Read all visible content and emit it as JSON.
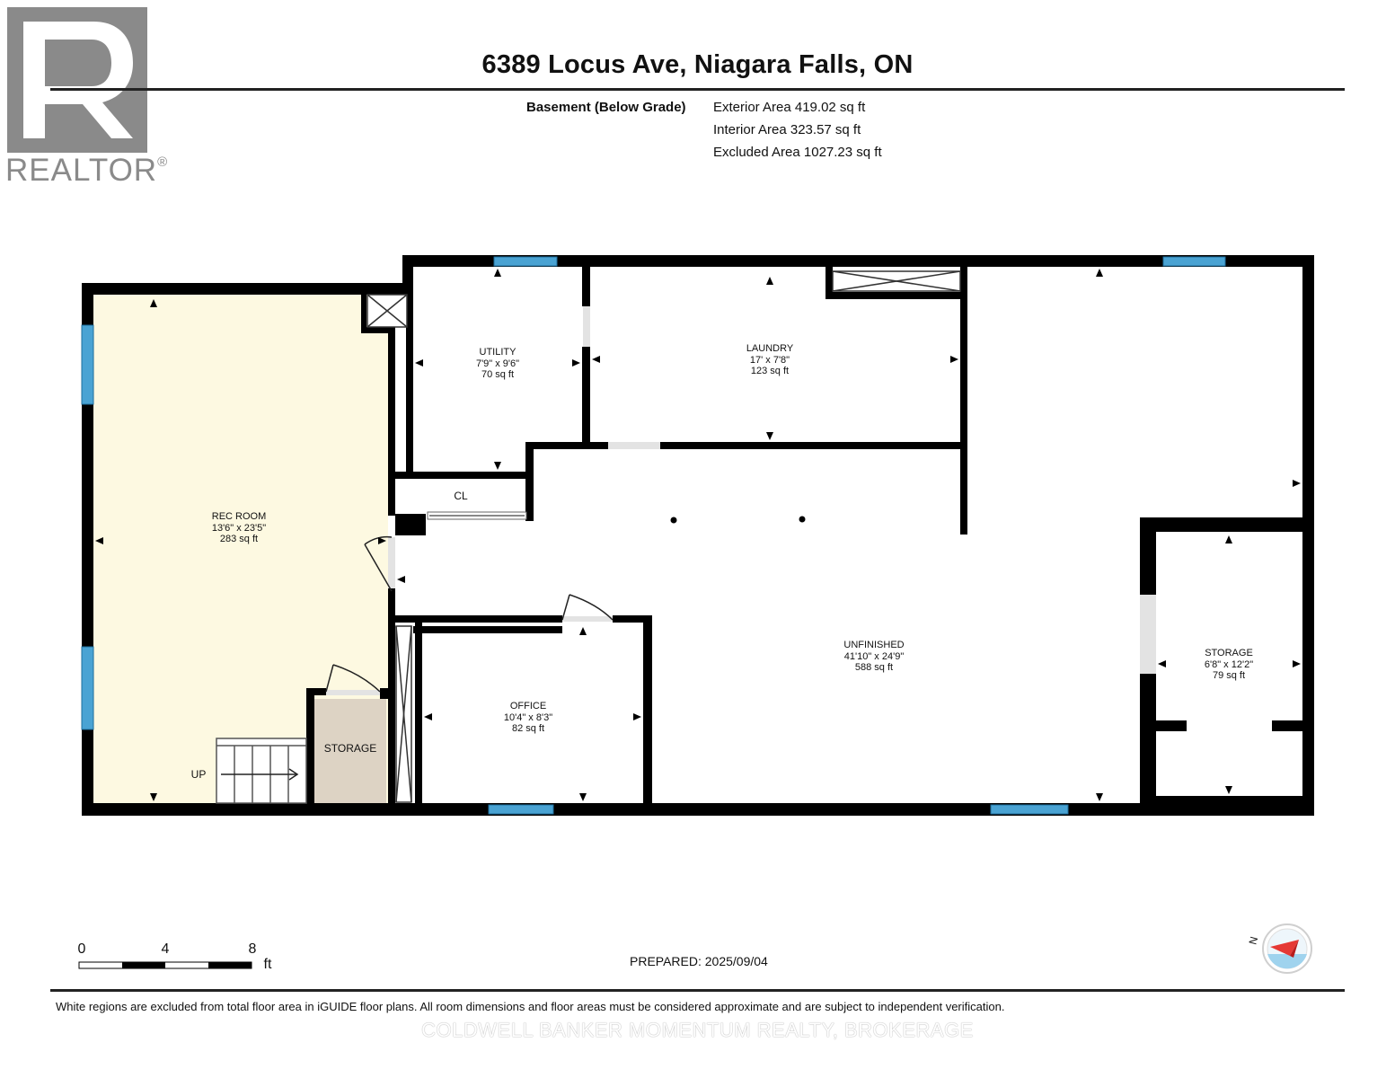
{
  "header": {
    "address": "6389 Locus Ave, Niagara Falls, ON",
    "level": "Basement (Below Grade)",
    "exterior_area": "Exterior Area 419.02 sq ft",
    "interior_area": "Interior Area 323.57 sq ft",
    "excluded_area": "Excluded Area 1027.23 sq ft"
  },
  "logo": {
    "word": "REALTOR",
    "mark": "®"
  },
  "rooms": {
    "rec_room": {
      "name": "REC ROOM",
      "dims": "13'6\" x 23'5\"",
      "area": "283 sq ft"
    },
    "utility": {
      "name": "UTILITY",
      "dims": "7'9\" x 9'6\"",
      "area": "70 sq ft"
    },
    "laundry": {
      "name": "LAUNDRY",
      "dims": "17' x 7'8\"",
      "area": "123 sq ft"
    },
    "office": {
      "name": "OFFICE",
      "dims": "10'4\" x 8'3\"",
      "area": "82 sq ft"
    },
    "unfinished": {
      "name": "UNFINISHED",
      "dims": "41'10\" x 24'9\"",
      "area": "588 sq ft"
    },
    "storage_right": {
      "name": "STORAGE",
      "dims": "6'8\" x 12'2\"",
      "area": "79 sq ft"
    },
    "storage_small": {
      "name": "STORAGE"
    },
    "closet": {
      "name": "CL"
    },
    "stairs": {
      "name": "UP"
    }
  },
  "colors": {
    "rec_room": "#fdf9e1",
    "storage_small": "#ddd3c4",
    "window": "#4aa3d3",
    "wall": "#000000"
  },
  "scale": {
    "labels": [
      "0",
      "4",
      "8"
    ],
    "unit": "ft"
  },
  "compass": {
    "label": "N",
    "icon": "compass-icon"
  },
  "footer": {
    "prepared": "PREPARED: 2025/09/04",
    "disclaimer": "White regions are excluded from total floor area in iGUIDE floor plans. All room dimensions and floor areas must be considered approximate and are subject to independent verification.",
    "watermark": "COLDWELL BANKER MOMENTUM REALTY, BROKERAGE"
  }
}
